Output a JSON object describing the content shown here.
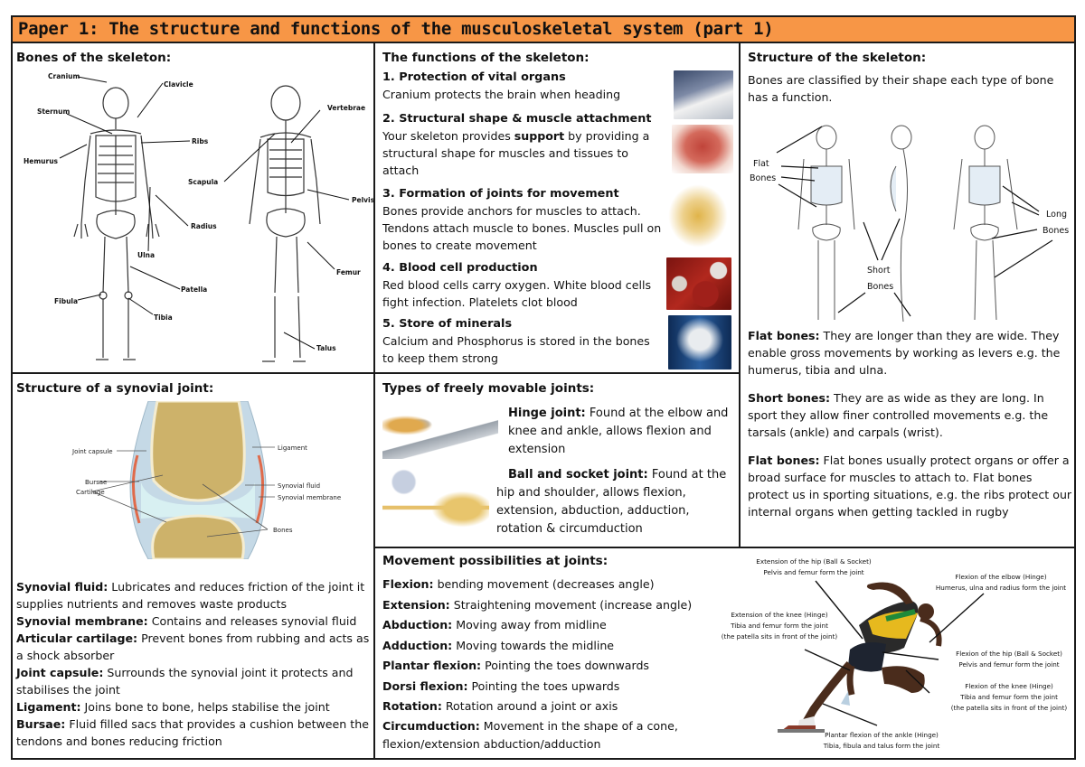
{
  "title": "Paper 1: The structure and functions of the musculoskeletal system (part 1)",
  "colors": {
    "title_bg": "#f79646",
    "border": "#1a1a1a"
  },
  "bones_panel": {
    "heading": "Bones of the skeleton:",
    "labels": {
      "cranium": "Cranium",
      "clavicle": "Clavicle",
      "sternum": "Sternum",
      "ribs": "Ribs",
      "hemurus": "Hemurus",
      "radius": "Radius",
      "ulna": "Ulna",
      "patella": "Patella",
      "fibula": "Fibula",
      "tibia": "Tibia",
      "vertebrae": "Vertebrae",
      "scapula": "Scapula",
      "pelvis": "Pelvis",
      "femur": "Femur",
      "talus": "Talus"
    }
  },
  "functions_panel": {
    "heading": "The functions of the skeleton:",
    "items": [
      {
        "title": "1. Protection of vital organs",
        "body": "Cranium protects the brain when heading",
        "image": "footballer-heading-image"
      },
      {
        "title": "2. Structural shape & muscle attachment",
        "body_pre": "Your skeleton provides ",
        "body_bold": "support",
        "body_post": " by providing a structural shape for muscles and tissues to attach",
        "image": "neck-muscles-image"
      },
      {
        "title": "3. Formation of joints for movement",
        "body": "Bones provide anchors for muscles to attach. Tendons attach muscle to bones. Muscles pull on bones to create movement",
        "image": "running-skeleton-image"
      },
      {
        "title": "4. Blood cell production",
        "body": "Red blood cells carry oxygen. White blood cells fight infection. Platelets clot blood",
        "image": "blood-cells-image"
      },
      {
        "title": "5. Store of minerals",
        "body": "Calcium and Phosphorus is stored in the bones to keep them strong",
        "image": "flexing-skeleton-image"
      }
    ]
  },
  "structure_panel": {
    "heading": "Structure of the skeleton:",
    "intro": "Bones are classified by their shape each type of bone has a function.",
    "diagram_labels": {
      "flat": "Flat",
      "flat2": "Bones",
      "long": "Long",
      "long2": "Bones",
      "short": "Short",
      "short2": "Bones"
    },
    "definitions": [
      {
        "term": "Flat bones:",
        "text": " They are longer than they are wide. They enable gross movements by working as levers e.g. the humerus, tibia and ulna."
      },
      {
        "term": "Short bones:",
        "text": " They are as wide as they are long. In sport they allow finer controlled movements e.g. the tarsals (ankle) and carpals (wrist)."
      },
      {
        "term": "Flat bones:",
        "text": " Flat bones usually protect organs or offer a broad surface for muscles to attach to. Flat bones protect us in sporting situations, e.g. the ribs protect our internal organs when getting tackled in rugby"
      }
    ]
  },
  "synovial_panel": {
    "heading": "Structure of a synovial joint:",
    "diagram_labels": {
      "joint_capsule": "Joint capsule",
      "bursae": "Bursae",
      "cartilage": "Cartilage",
      "ligament": "Ligament",
      "synovial_fluid": "Synovial fluid",
      "synovial_membrane": "Synovial membrane",
      "bones": "Bones"
    },
    "definitions": [
      {
        "term": "Synovial fluid:",
        "text": " Lubricates and reduces friction of the joint it supplies nutrients and removes waste products"
      },
      {
        "term": "Synovial membrane:",
        "text": " Contains and releases synovial fluid"
      },
      {
        "term": "Articular cartilage:",
        "text": " Prevent bones from rubbing and acts as a shock absorber"
      },
      {
        "term": "Joint capsule:",
        "text": " Surrounds the synovial joint it protects and stabilises the joint"
      },
      {
        "term": "Ligament:",
        "text": " Joins bone to bone, helps stabilise the joint"
      },
      {
        "term": "Bursae:",
        "text": " Fluid filled sacs that provides a cushion between the tendons and bones reducing friction"
      }
    ]
  },
  "joints_panel": {
    "heading": "Types of freely movable joints:",
    "hinge": {
      "term": "Hinge joint:",
      "text": " Found at the elbow and knee and ankle, allows flexion and extension"
    },
    "ball": {
      "term": "Ball and socket joint:",
      "text": " Found at the hip and shoulder, allows flexion, extension, abduction, adduction, rotation & circumduction"
    }
  },
  "movement_panel": {
    "heading": "Movement possibilities at joints:",
    "items": [
      {
        "term": "Flexion:",
        "text": " bending movement (decreases angle)"
      },
      {
        "term": "Extension:",
        "text": " Straightening movement (increase angle)"
      },
      {
        "term": "Abduction:",
        "text": " Moving away from midline"
      },
      {
        "term": "Adduction:",
        "text": " Moving towards the midline"
      },
      {
        "term": "Plantar flexion:",
        "text": " Pointing the toes downwards"
      },
      {
        "term": "Dorsi flexion:",
        "text": " Pointing the toes upwards"
      },
      {
        "term": "Rotation:",
        "text": " Rotation around a joint or axis"
      },
      {
        "term": "Circumduction:",
        "text": " Movement in the shape of a cone, flexion/extension abduction/adduction"
      }
    ],
    "sprinter_labels": {
      "hip_ext_1": "Extension of the hip (Ball & Socket)",
      "hip_ext_2": "Pelvis and femur form the joint",
      "elbow_1": "Flexion of the elbow (Hinge)",
      "elbow_2": "Humerus, ulna and radius form the joint",
      "knee_ext_1": "Extension of the knee (Hinge)",
      "knee_ext_2": "Tibia and femur form the joint",
      "knee_ext_3": "(the patella sits in front of the joint)",
      "hip_flex_1": "Flexion of the hip (Ball & Socket)",
      "hip_flex_2": "Pelvis and femur form the joint",
      "knee_flex_1": "Flexion of the knee (Hinge)",
      "knee_flex_2": "Tibia and femur form the joint",
      "knee_flex_3": "(the patella sits in front of the joint)",
      "ankle_1": "Plantar flexion of the ankle (Hinge)",
      "ankle_2": "Tibia, fibula and talus form the joint"
    }
  }
}
